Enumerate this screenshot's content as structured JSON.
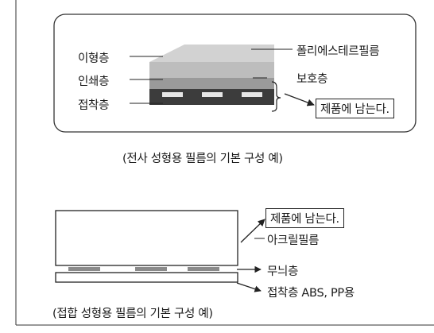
{
  "diagram1": {
    "labels": {
      "release_layer": "이형층",
      "print_layer": "인쇄층",
      "adhesive_layer": "접착층",
      "polyester_film": "폴리에스테르필름",
      "protective_layer": "보호층",
      "remains_on_product": "제품에 남는다."
    },
    "caption": "(전사 성형용 필름의 기본 구성 예)"
  },
  "diagram2": {
    "labels": {
      "remains_on_product": "제품에 남는다.",
      "acrylic_film": "아크릴필름",
      "pattern_layer": "무늬층",
      "adhesive_layer": "접착층 ABS, PP용"
    },
    "caption": "(접합 성형용 필름의 기본 구성 예)"
  },
  "colors": {
    "line": "#222222",
    "polyester_fill": "#d2d2d2",
    "release_fill": "#bdbdbd",
    "print_fill": "#9a9a9a",
    "adhesive_fill": "#3c3c3c",
    "pattern_fill": "#8a8a8a"
  }
}
